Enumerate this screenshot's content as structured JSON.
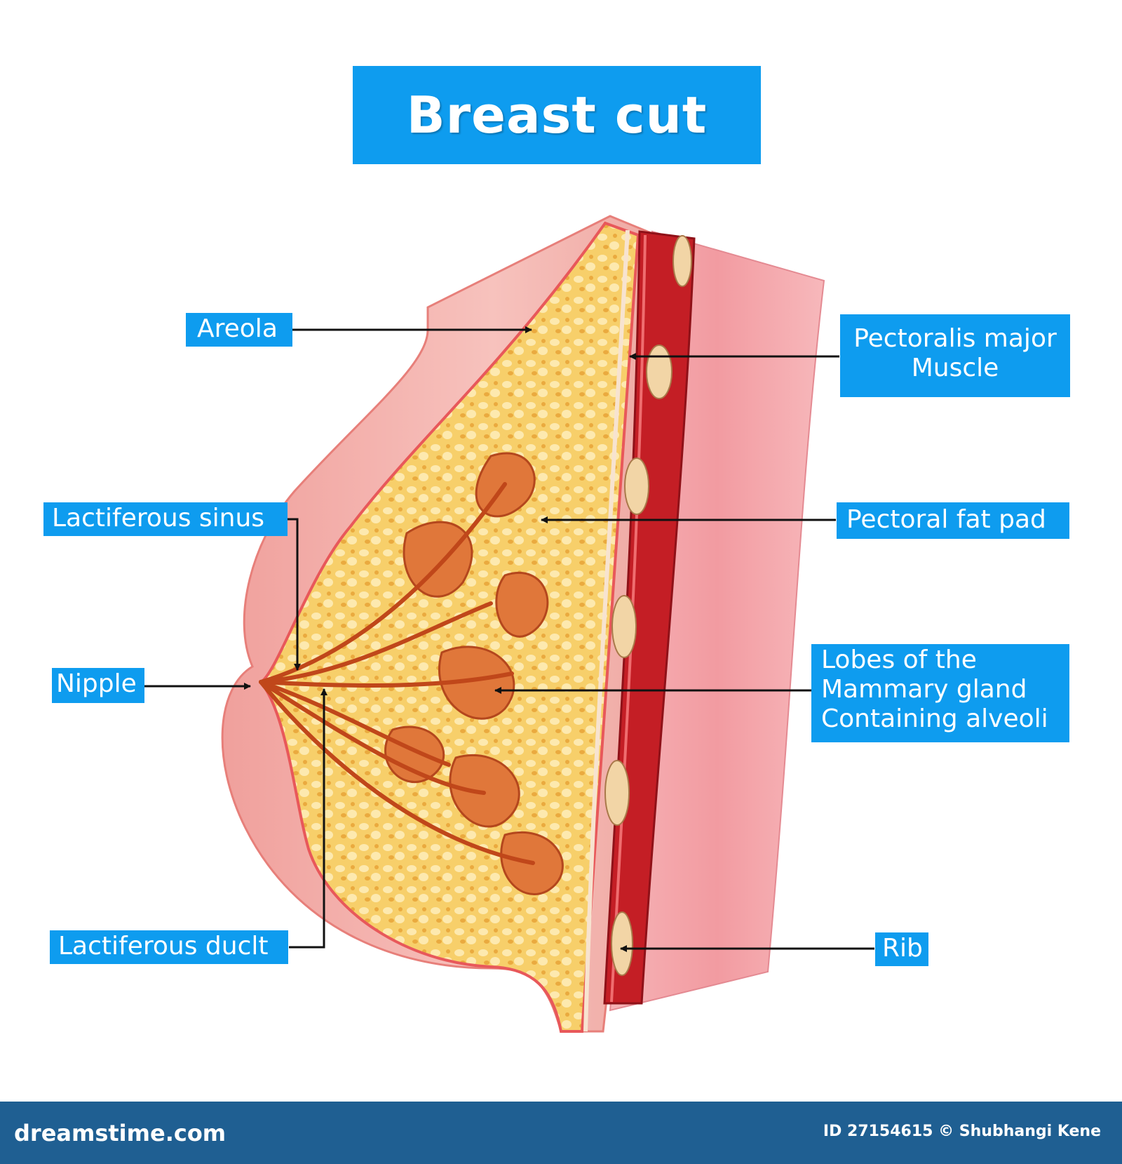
{
  "title": "Breast cut",
  "labels": {
    "areola": "Areola",
    "pectoralis_line1": "Pectoralis major",
    "pectoralis_line2": "Muscle",
    "lactiferous_sinus": "Lactiferous sinus",
    "pectoral_fat_pad": "Pectoral fat pad",
    "nipple": "Nipple",
    "lobes_line1": "Lobes of the",
    "lobes_line2": "Mammary gland",
    "lobes_line3": "Containing alveoli",
    "lactiferous_duct": "Lactiferous duclt",
    "rib": "Rib"
  },
  "footer": {
    "brand": "dreamstime.com",
    "credit": "ID 27154615 © Shubhangi Kene"
  },
  "colors": {
    "label_bg": "#0e9cef",
    "footer_bg": "#1f5f92",
    "skin": "#f2a8a4",
    "fat": "#f6c250",
    "gland": "#d9622c",
    "muscle": "#c41e25",
    "chest_wall": "#f4a3a8"
  }
}
